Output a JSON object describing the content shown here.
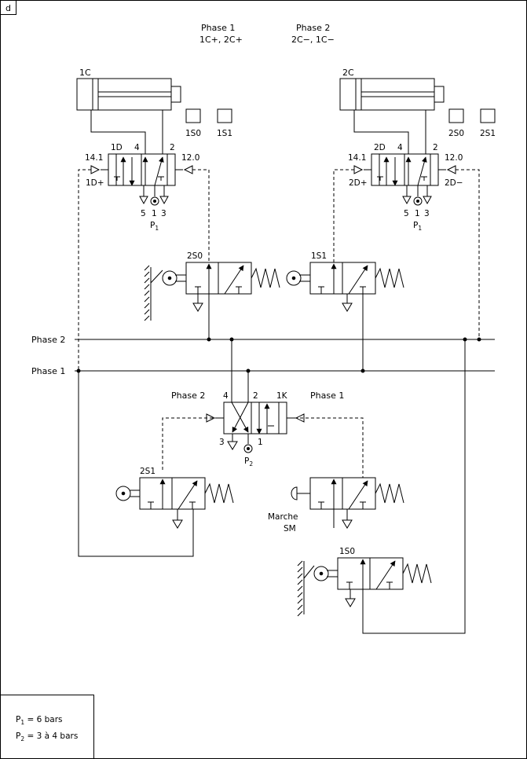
{
  "corner_label": "d",
  "phase1_header": {
    "title": "Phase 1",
    "moves": "1C+, 2C+"
  },
  "phase2_header": {
    "title": "Phase 2",
    "moves": "2C−, 1C−"
  },
  "cylinders": {
    "c1": "1C",
    "c2": "2C"
  },
  "sensors": {
    "s10_top": "1S0",
    "s11_top": "1S1",
    "s20_top": "2S0",
    "s21_top": "2S1"
  },
  "valve1D": {
    "name": "1D",
    "port4": "4",
    "port2": "2",
    "pilot_left": "14.1",
    "pilot_right": "12.0",
    "pilot_left_name": "1D+",
    "port5": "5",
    "port1": "1",
    "port3": "3",
    "supply_main": "P",
    "supply_sub": "1"
  },
  "valve2D": {
    "name": "2D",
    "port4": "4",
    "port2": "2",
    "pilot_left": "14.1",
    "pilot_right": "12.0",
    "pilot_left_name": "2D+",
    "pilot_right_name": "2D−",
    "port5": "5",
    "port1": "1",
    "port3": "3",
    "supply_main": "P",
    "supply_sub": "1"
  },
  "mid_valves": {
    "left": "2S0",
    "right": "1S1"
  },
  "lines": {
    "phase2": "Phase 2",
    "phase1": "Phase 1"
  },
  "memory": {
    "name": "1K",
    "port4": "4",
    "port2": "2",
    "port3": "3",
    "port1": "1",
    "left_label": "Phase 2",
    "right_label": "Phase 1",
    "supply_main": "P",
    "supply_sub": "2"
  },
  "bottom_valves": {
    "left": "2S1",
    "start_line1": "Marche",
    "start_line2": "SM",
    "lower": "1S0"
  },
  "legend": {
    "p1_main": "P",
    "p1_sub": "1",
    "p1_value": " = 6 bars",
    "p2_main": "P",
    "p2_sub": "2",
    "p2_value": " = 3 à 4 bars"
  }
}
